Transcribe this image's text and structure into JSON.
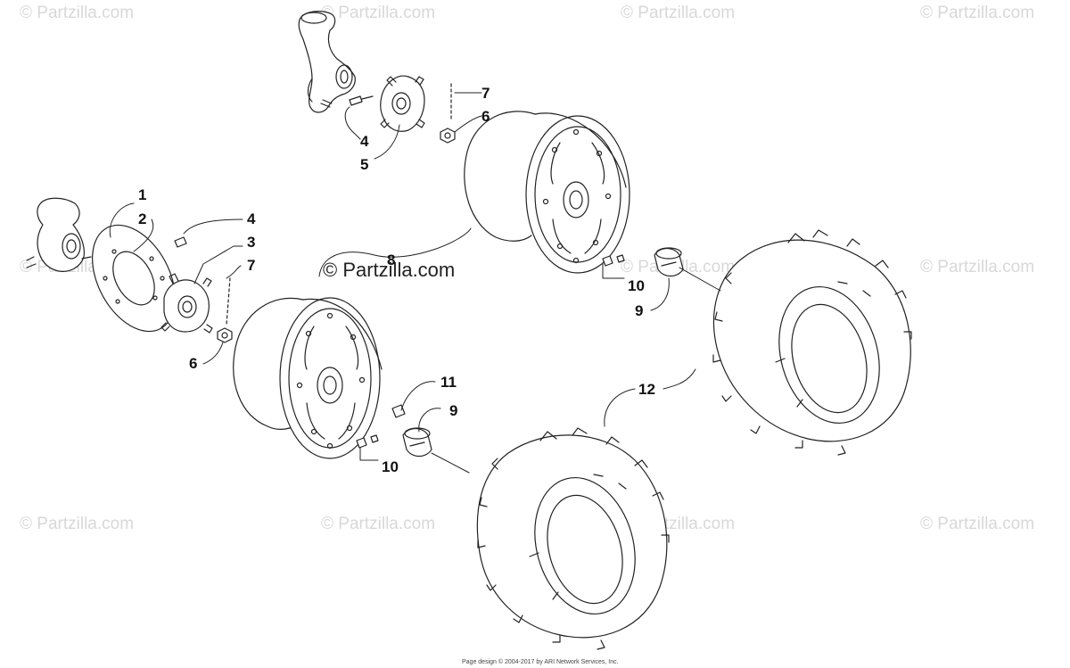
{
  "watermark_text": "© Partzilla.com",
  "center_watermark": "© Partzilla.com",
  "footer": "Page design © 2004-2017 by ARI Network Services, Inc.",
  "callouts": {
    "c1": "1",
    "c2": "2",
    "c3": "3",
    "c4a": "4",
    "c4b": "4",
    "c5": "5",
    "c6a": "6",
    "c6b": "6",
    "c7a": "7",
    "c7b": "7",
    "c8": "8",
    "c9a": "9",
    "c9b": "9",
    "c10a": "10",
    "c10b": "10",
    "c11": "11",
    "c12": "12"
  }
}
